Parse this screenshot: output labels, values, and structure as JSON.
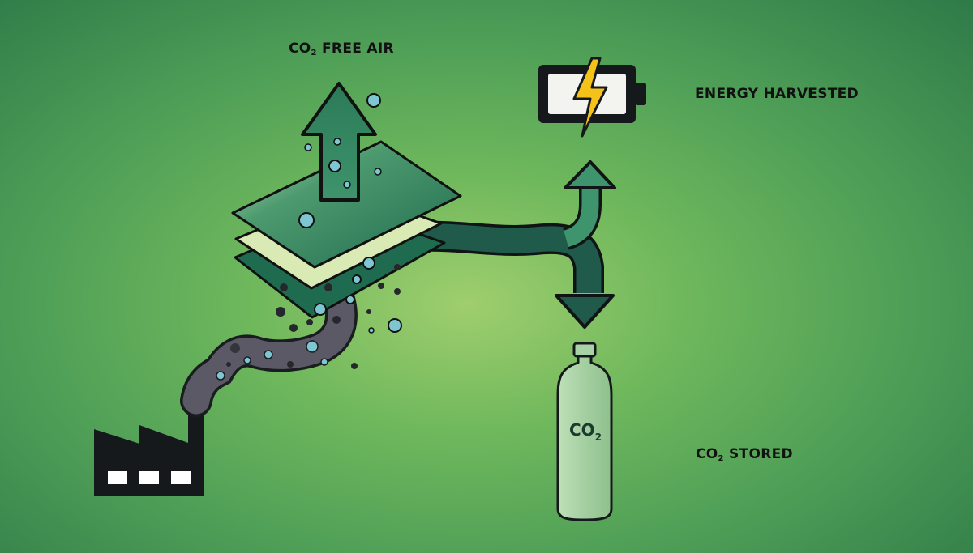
{
  "labels": {
    "co2_free_air": {
      "prefix": "CO",
      "subscript": "2",
      "suffix": " FREE AIR"
    },
    "energy_harvested": "ENERGY HARVESTED",
    "co2_stored": {
      "prefix": "CO",
      "subscript": "2",
      "suffix": " STORED"
    },
    "bottle": {
      "prefix": "CO",
      "subscript": "2"
    }
  },
  "colors": {
    "background_center": "#9fce6e",
    "background_edge": "#2f7a48",
    "arrow_green": "#2f7d5b",
    "pipe_dark": "#1f5a4b",
    "smoke_gray": "#55545f",
    "layer_light": "#d9eab4",
    "bubble_blue": "#7fc6d3",
    "bolt_yellow": "#f5c21a",
    "bottle_fill": "#a9d3a6",
    "factory_black": "#16191c"
  },
  "icons": [
    "factory-icon",
    "smoke-pipe-icon",
    "membrane-layers-icon",
    "up-arrow-icon",
    "battery-icon",
    "lightning-bolt-icon",
    "split-arrow-icon",
    "gas-bottle-icon"
  ]
}
